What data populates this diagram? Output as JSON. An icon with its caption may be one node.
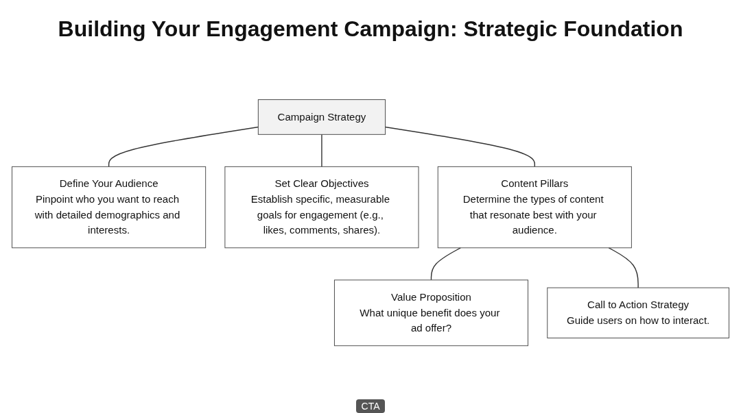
{
  "diagram": {
    "title": "Building Your Engagement Campaign: Strategic Foundation",
    "nodes": [
      {
        "text": [
          "Campaign Strategy"
        ]
      },
      {
        "text": [
          "Define Your Audience",
          "Pinpoint who you want to reach with detailed demographics and interests."
        ]
      },
      {
        "text": [
          "Set Clear Objectives",
          "Establish specific, measurable goals for engagement (e.g., likes, comments, shares)."
        ]
      },
      {
        "text": [
          "Content Pillars",
          "Determine the types of content that resonate best with your audience."
        ]
      },
      {
        "text": [
          "Value Proposition",
          "What unique benefit does your ad offer?"
        ]
      },
      {
        "text": [
          "Call to Action Strategy",
          "Guide users on how to interact."
        ]
      }
    ],
    "edges": [
      {
        "from": 0,
        "to": 1,
        "arrow": "none"
      },
      {
        "from": 0,
        "to": 2,
        "arrow": "none"
      },
      {
        "from": 0,
        "to": 3,
        "arrow": "none"
      },
      {
        "from": 3,
        "to": 4,
        "arrow": "none"
      },
      {
        "from": 3,
        "to": 5,
        "arrow": "none"
      }
    ],
    "labels": [
      "CTA"
    ]
  }
}
